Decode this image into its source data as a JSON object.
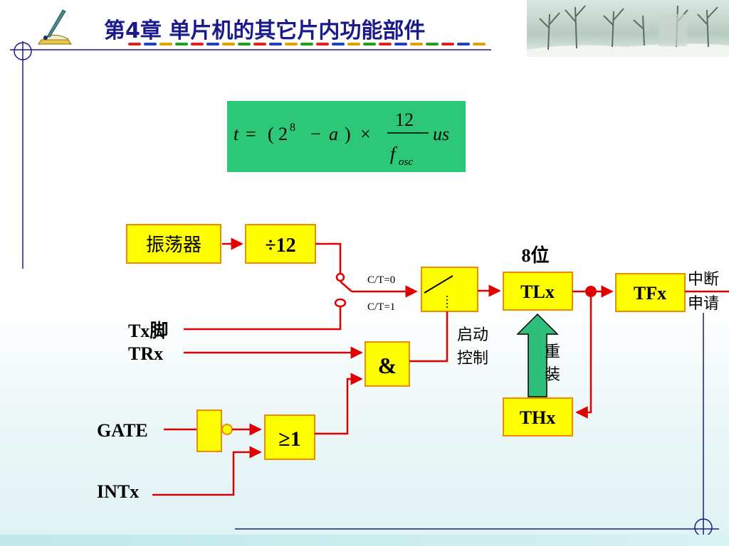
{
  "header": {
    "title": "第4章  单片机的其它片内功能部件"
  },
  "formula": {
    "lhs": "t",
    "eq": "=",
    "open": "(",
    "base": "2",
    "exp": "8",
    "minus": "−",
    "var": "a",
    "close": ")",
    "times": "×",
    "num": "12",
    "den_f": "f",
    "den_sub": "osc",
    "unit": "us"
  },
  "diagram": {
    "oscillator": "振荡器",
    "divider": "÷12",
    "bits": "8位",
    "ct0": "C/T=0",
    "ct1": "C/T=1",
    "tl": "TLx",
    "tf": "TFx",
    "th": "THx",
    "interrupt_line1": "中断",
    "interrupt_line2": "申请",
    "tx_pin": "Tx脚",
    "trx": "TRx",
    "and_gate": "&",
    "start_line1": "启动",
    "start_line2": "控制",
    "reload_line1": "重",
    "reload_line2": "装",
    "gate": "GATE",
    "or_gate": "≥1",
    "intx": "INTx"
  },
  "colors": {
    "block_fill": "#ffff00",
    "block_border": "#f08a00",
    "wire": "#e00000",
    "formula_bg": "#2cc878",
    "arrow_fill": "#2ec07a",
    "title_color": "#1a1a8c"
  }
}
